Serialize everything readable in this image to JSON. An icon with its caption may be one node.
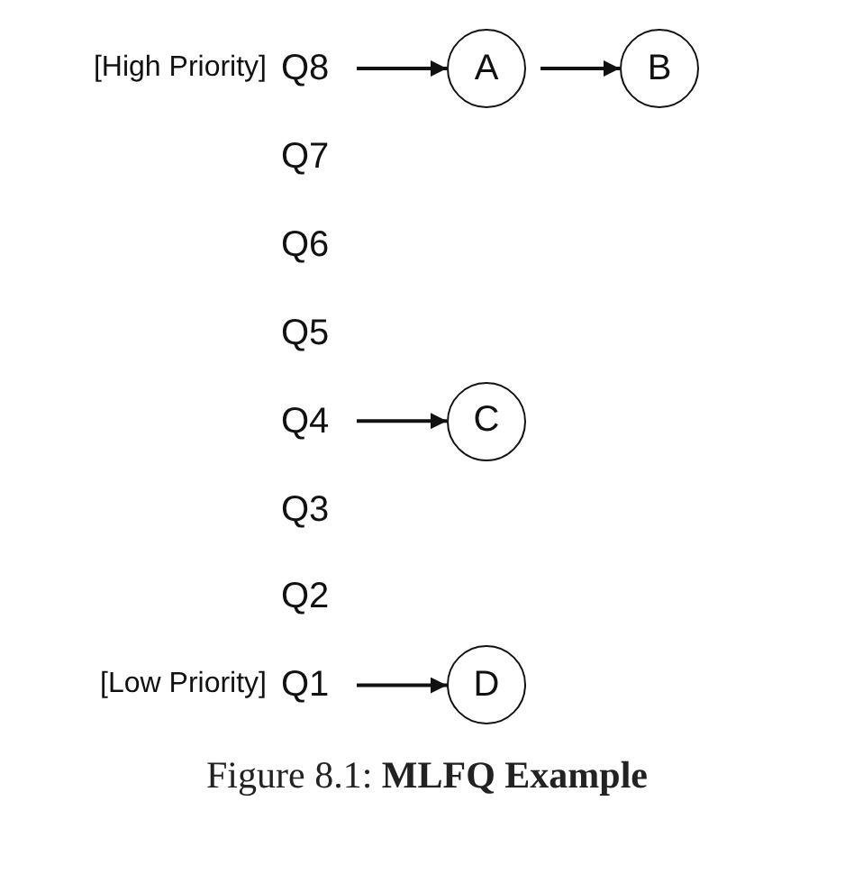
{
  "diagram": {
    "caption": "Figure 8.1: **MLFQ Example**",
    "nodes": [
      {
        "text": [
          "Q8"
        ]
      },
      {
        "text": [
          "A"
        ]
      },
      {
        "text": [
          "B"
        ]
      },
      {
        "text": [
          "Q4"
        ]
      },
      {
        "text": [
          "C"
        ]
      },
      {
        "text": [
          "Q1"
        ]
      },
      {
        "text": [
          "D"
        ]
      }
    ],
    "edges": [
      {
        "from": 0,
        "to": 1,
        "arrow": "to"
      },
      {
        "from": 1,
        "to": 2,
        "arrow": "to"
      },
      {
        "from": 3,
        "to": 4,
        "arrow": "to"
      },
      {
        "from": 5,
        "to": 6,
        "arrow": "to"
      }
    ],
    "labels": [
      "[High Priority]",
      "Q7",
      "Q6",
      "Q5",
      "Q3",
      "Q2",
      "[Low Priority]"
    ]
  }
}
